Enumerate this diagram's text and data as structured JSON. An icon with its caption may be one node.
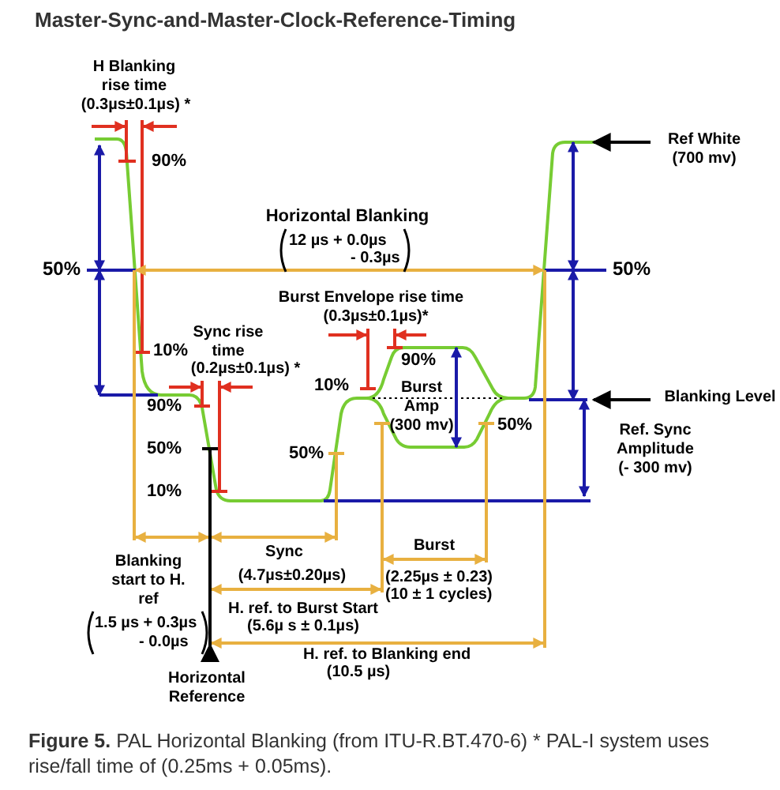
{
  "diagram": {
    "title": "Master-Sync-and-Master-Clock-Reference-Timing",
    "caption": "**Figure 5.** PAL Horizontal Blanking (from ITU-R.BT.470-6) * PAL-I system uses rise/fall time of (0.25ms + 0.05ms).",
    "nodes": [
      {
        "text": [
          "Ref White (700 mv)"
        ]
      },
      {
        "text": [
          "Blanking Level"
        ]
      }
    ],
    "edges": [
      {
        "from": 0,
        "to": null,
        "arrow": "to"
      },
      {
        "from": 1,
        "to": null,
        "arrow": "to"
      }
    ],
    "labels": [
      "H Blanking rise time",
      "(0.3µs±0.1µs) *",
      "90%",
      "Horizontal Blanking",
      "12 µs + 0.0µs",
      "- 0.3µs",
      "50%",
      "50%",
      "Burst Envelope rise time",
      "(0.3µs±0.1µs)*",
      "Sync rise time",
      "10%",
      "(0.2µs±0.1µs) *",
      "10%",
      "90%",
      "Burst Amp (300 mv)",
      "90%",
      "50%",
      "10%",
      "50%",
      "50%",
      "Ref. Sync Amplitude (- 300 mv)",
      "Blanking start to H. ref",
      "1.5 µs + 0.3µs",
      "- 0.0µs",
      "Sync",
      "(4.7µs±0.20µs)",
      "Burst",
      "(2.25µs ± 0.23)",
      "(10 ± 1 cycles)",
      "H. ref. to Burst Start",
      "(5.6µ s ± 0.1µs)",
      "H. ref. to Blanking end",
      "(10.5 µs)",
      "Horizontal Reference"
    ]
  }
}
